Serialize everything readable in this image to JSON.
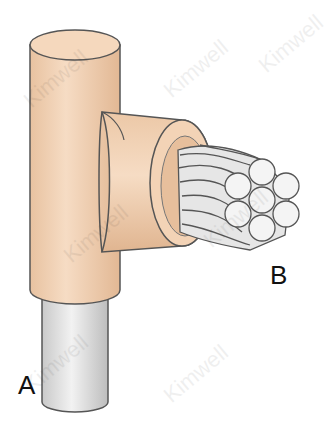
{
  "diagram": {
    "labels": [
      "A",
      "B",
      "Kimwell",
      "Kimwell",
      "Kimwell",
      "Kimwell",
      "Kimwell",
      "Kimwell",
      "Kimwell"
    ]
  }
}
